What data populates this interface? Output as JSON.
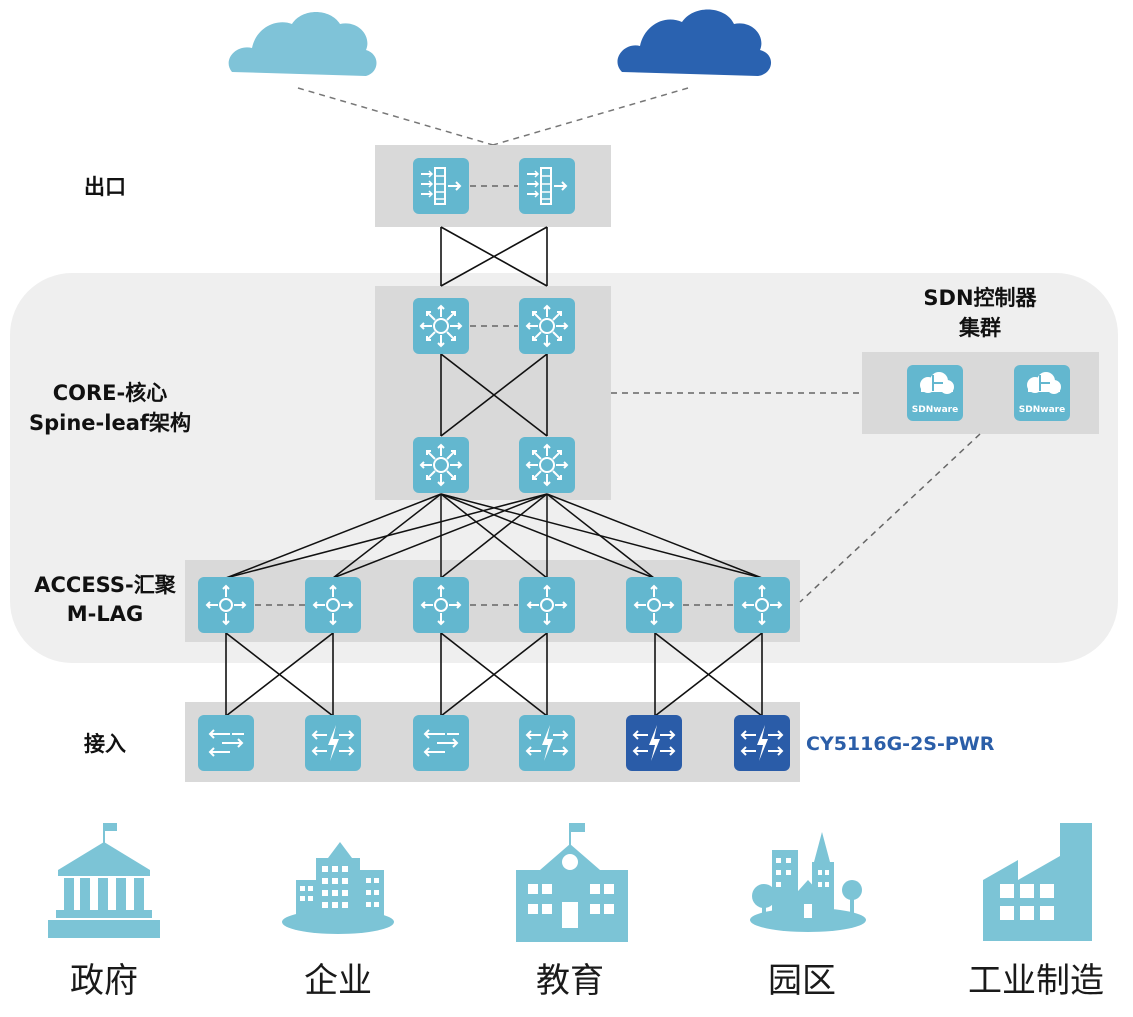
{
  "labels": {
    "egress": "出口",
    "core_line1": "CORE-核心",
    "core_line2": "Spine-leaf架构",
    "access_line1": "ACCESS-汇聚",
    "access_line2": "M-LAG",
    "edge": "接入",
    "sdn_line1": "SDN控制器",
    "sdn_line2": "集群",
    "model": "CY5116G-2S-PWR"
  },
  "sdn_icon_text": "SDNware",
  "categories": [
    "政府",
    "企业",
    "教育",
    "园区",
    "工业制造"
  ],
  "colors": {
    "light_device": "#63b7cf",
    "dark_device": "#2a5ca8",
    "cloud_light": "#7fc3d8",
    "cloud_dark": "#2a62b0",
    "panel": "#d9d9d9",
    "backdrop": "#efefef",
    "model_text": "#2b5ea8",
    "building": "#7cc4d6"
  }
}
